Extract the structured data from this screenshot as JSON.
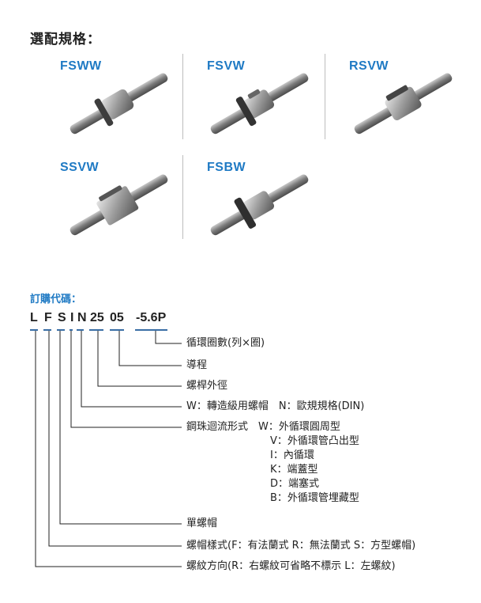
{
  "section_title": "選配規格：",
  "products": [
    {
      "label": "FSWW",
      "image": "ball-screw-fsww"
    },
    {
      "label": "FSVW",
      "image": "ball-screw-fsvw"
    },
    {
      "label": "RSVW",
      "image": "ball-screw-rsvw"
    },
    {
      "label": "SSVW",
      "image": "ball-screw-ssvw"
    },
    {
      "label": "FSBW",
      "image": "ball-screw-fsbw"
    }
  ],
  "order_code_title": "訂購代碼：",
  "code": [
    "L",
    "F",
    "S",
    "I",
    "N",
    "25",
    "05",
    "-5.6P"
  ],
  "descriptions": {
    "circulation_count": "循環圈數(列×圈)",
    "lead": "導程",
    "screw_od": "螺桿外徑",
    "nut_standard": "W：轉造級用螺帽　N：歐規規格(DIN)",
    "circulation_type": "鋼珠迴流形式　W：外循環圓周型",
    "circ_v": "V：外循環管凸出型",
    "circ_i": "I：內循環",
    "circ_k": "K：端蓋型",
    "circ_d": "D：端塞式",
    "circ_b": "B：外循環管埋藏型",
    "single_nut": "單螺帽",
    "nut_style": "螺帽樣式(F：有法蘭式 R：無法蘭式 S：方型螺帽)",
    "thread_direction": "螺紋方向(R：右螺紋可省略不標示 L：左螺紋)"
  },
  "colors": {
    "accent": "#1f7ac4",
    "text": "#222222"
  }
}
